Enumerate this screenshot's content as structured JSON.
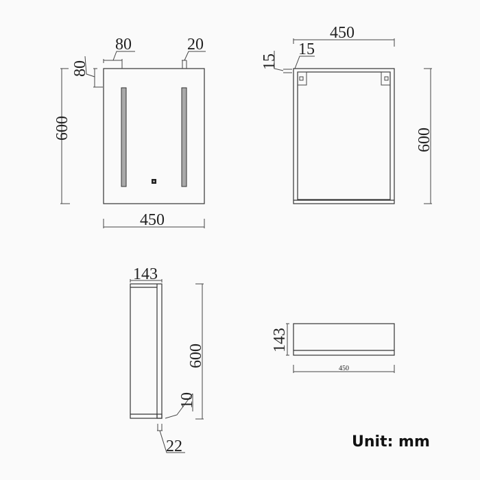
{
  "unit_label": "Unit: mm",
  "views": {
    "front": {
      "width": "450",
      "height": "600",
      "top_offset": "80",
      "side_offset": "80",
      "strip_width": "20"
    },
    "back": {
      "width": "450",
      "height": "600",
      "frame_top": "15",
      "frame_side": "15"
    },
    "side": {
      "depth": "143",
      "height": "600",
      "bottom_gap": "10",
      "door_thickness": "22"
    },
    "top": {
      "width": "450",
      "depth": "143"
    }
  },
  "colors": {
    "line": "#333333",
    "led_strip": "#a9a9a9",
    "background": "#fafafa"
  }
}
